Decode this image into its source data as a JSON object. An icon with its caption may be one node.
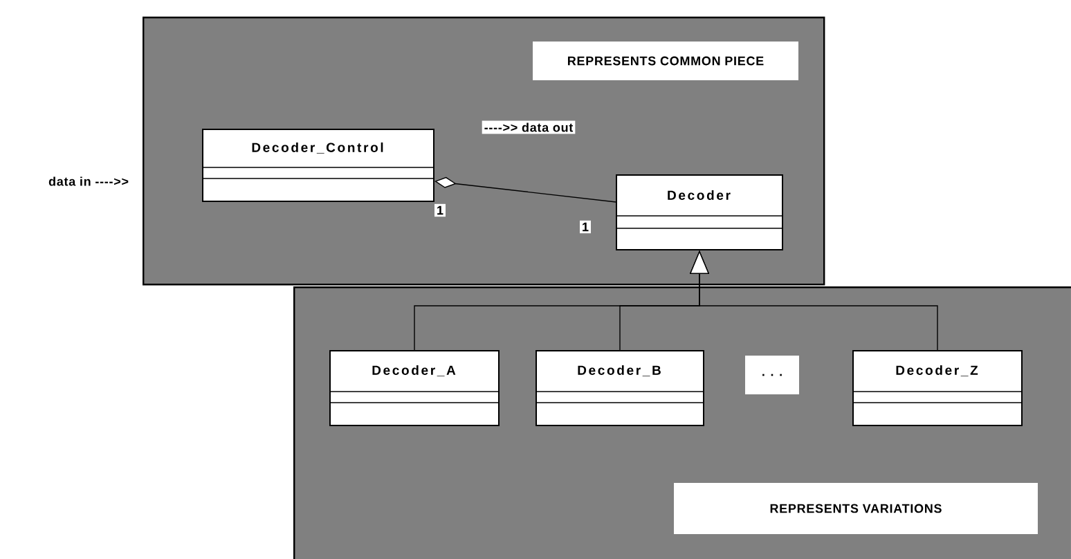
{
  "diagram": {
    "nodes": [
      {
        "text": [
          "REPRESENTS COMMON PIECE"
        ]
      },
      {
        "text": [
          "REPRESENTS VARIATIONS"
        ]
      },
      {
        "text": [
          "Decoder_Control"
        ],
        "in": 0
      },
      {
        "text": [
          "Decoder"
        ],
        "in": 0
      },
      {
        "text": [
          "Decoder_A"
        ],
        "in": 1
      },
      {
        "text": [
          "Decoder_B"
        ],
        "in": 1
      },
      {
        "text": [
          "Decoder_Z"
        ],
        "in": 1
      }
    ],
    "edges": [
      {
        "from": 2,
        "to": 3,
        "arrow": "other"
      },
      {
        "from": 4,
        "to": 3,
        "arrow": "to"
      },
      {
        "from": 5,
        "to": 3,
        "arrow": "to"
      },
      {
        "from": 6,
        "to": 3,
        "arrow": "to"
      }
    ],
    "labels": [
      "data in ---->>",
      "---->> data out",
      "1",
      "1",
      ". . ."
    ]
  }
}
